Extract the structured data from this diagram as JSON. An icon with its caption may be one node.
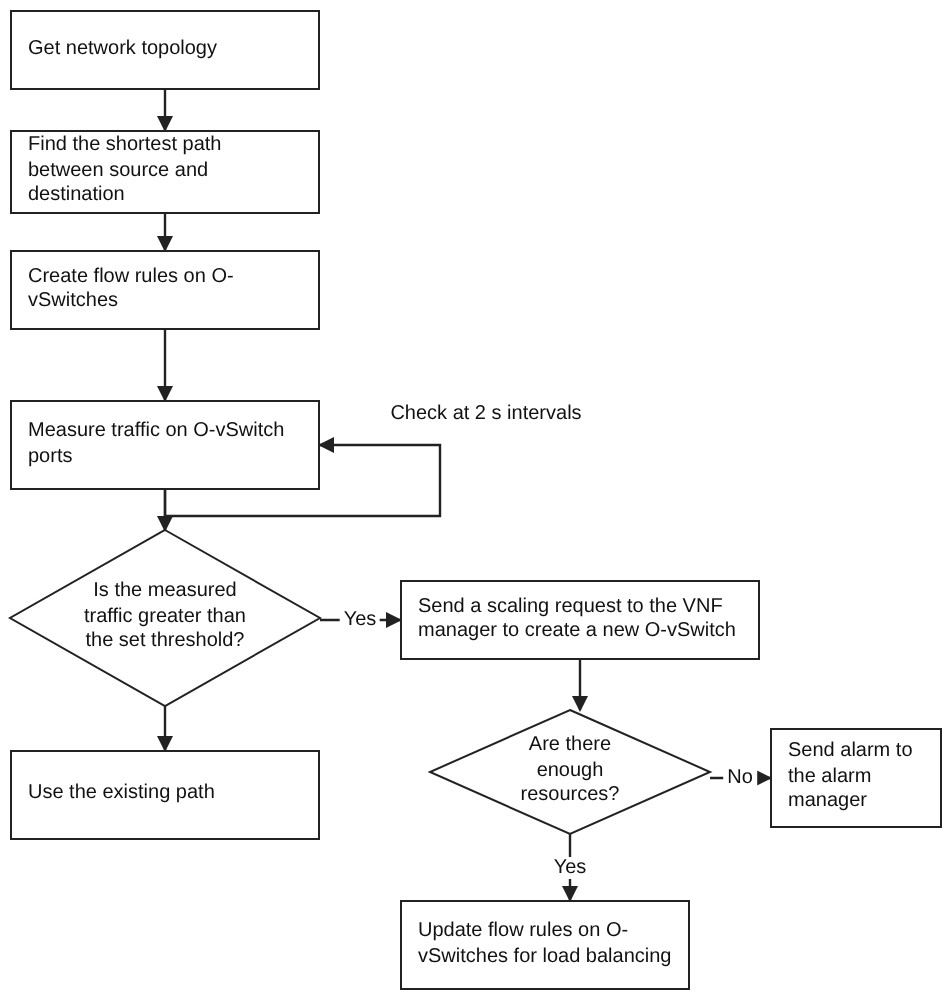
{
  "diagram": {
    "nodes": [
      {
        "text": [
          "Get network topology"
        ]
      },
      {
        "text": [
          "Find the shortest path between source and destination"
        ]
      },
      {
        "text": [
          "Create flow rules on O-vSwitches"
        ]
      },
      {
        "text": [
          "Measure traffic on O-vSwitch ports"
        ]
      },
      {
        "text": [
          "Is the measured traffic greater than the set threshold?"
        ]
      },
      {
        "text": [
          "Use the existing path"
        ]
      },
      {
        "text": [
          "Send a scaling request to the VNF manager to create a new O-vSwitch"
        ]
      },
      {
        "text": [
          "Are there enough resources?"
        ]
      },
      {
        "text": [
          "Send alarm to the alarm manager"
        ]
      },
      {
        "text": [
          "Update flow rules on O-vSwitches for load balancing"
        ]
      }
    ],
    "edges": [
      {
        "from": 0,
        "to": 1,
        "arrow": "to"
      },
      {
        "from": 1,
        "to": 2,
        "arrow": "to"
      },
      {
        "from": 2,
        "to": 3,
        "arrow": "to"
      },
      {
        "from": 3,
        "to": 4,
        "arrow": "to"
      },
      {
        "from": 3,
        "to": 3,
        "arrow": "to",
        "label": "Check at 2 s intervals"
      },
      {
        "from": 4,
        "to": 6,
        "arrow": "to",
        "label": "Yes"
      },
      {
        "from": 4,
        "to": 5,
        "arrow": "to"
      },
      {
        "from": 6,
        "to": 7,
        "arrow": "to"
      },
      {
        "from": 7,
        "to": 8,
        "arrow": "to",
        "label": "No"
      },
      {
        "from": 7,
        "to": 9,
        "arrow": "to",
        "label": "Yes"
      }
    ]
  }
}
